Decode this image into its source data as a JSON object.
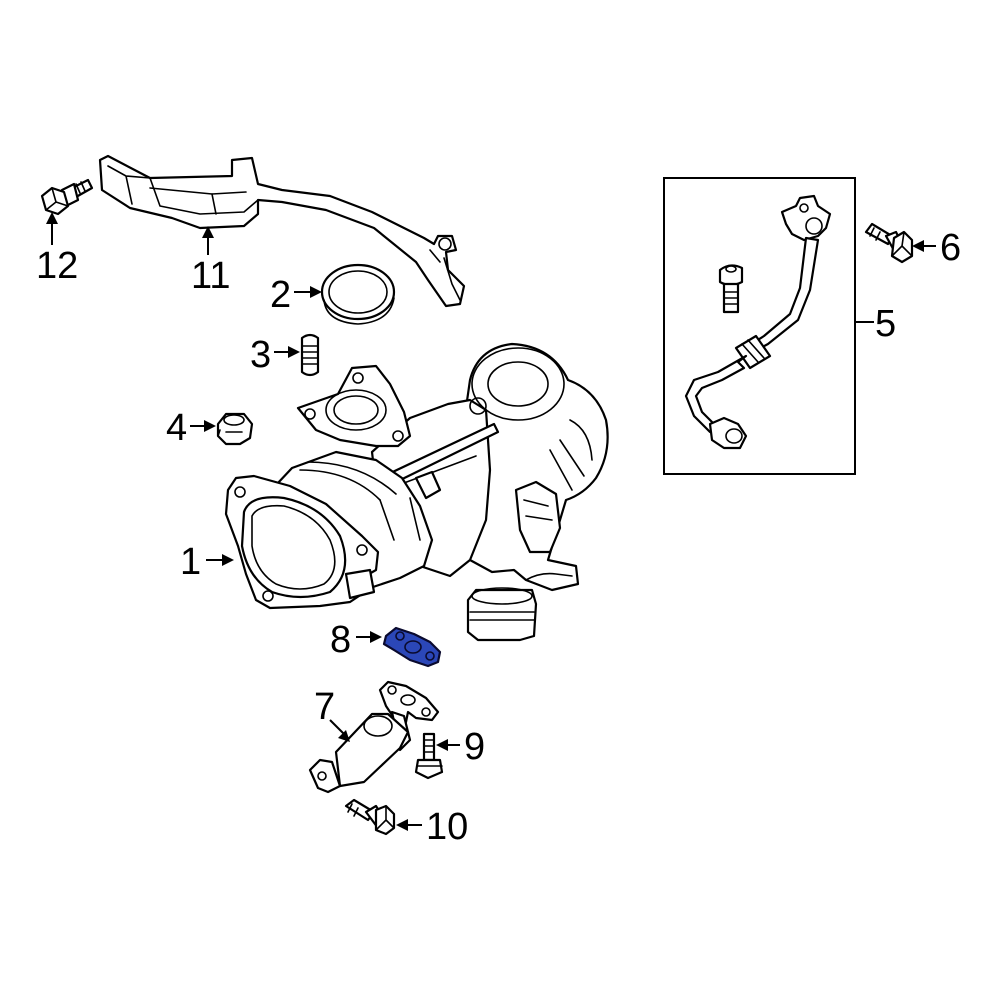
{
  "callouts": {
    "c1": "1",
    "c2": "2",
    "c3": "3",
    "c4": "4",
    "c5": "5",
    "c6": "6",
    "c7": "7",
    "c8": "8",
    "c9": "9",
    "c10": "10",
    "c11": "11",
    "c12": "12"
  },
  "colors": {
    "highlight_part": "#2b47b8",
    "line_art": "#000000",
    "background": "#ffffff"
  },
  "highlighted_callout": "8"
}
